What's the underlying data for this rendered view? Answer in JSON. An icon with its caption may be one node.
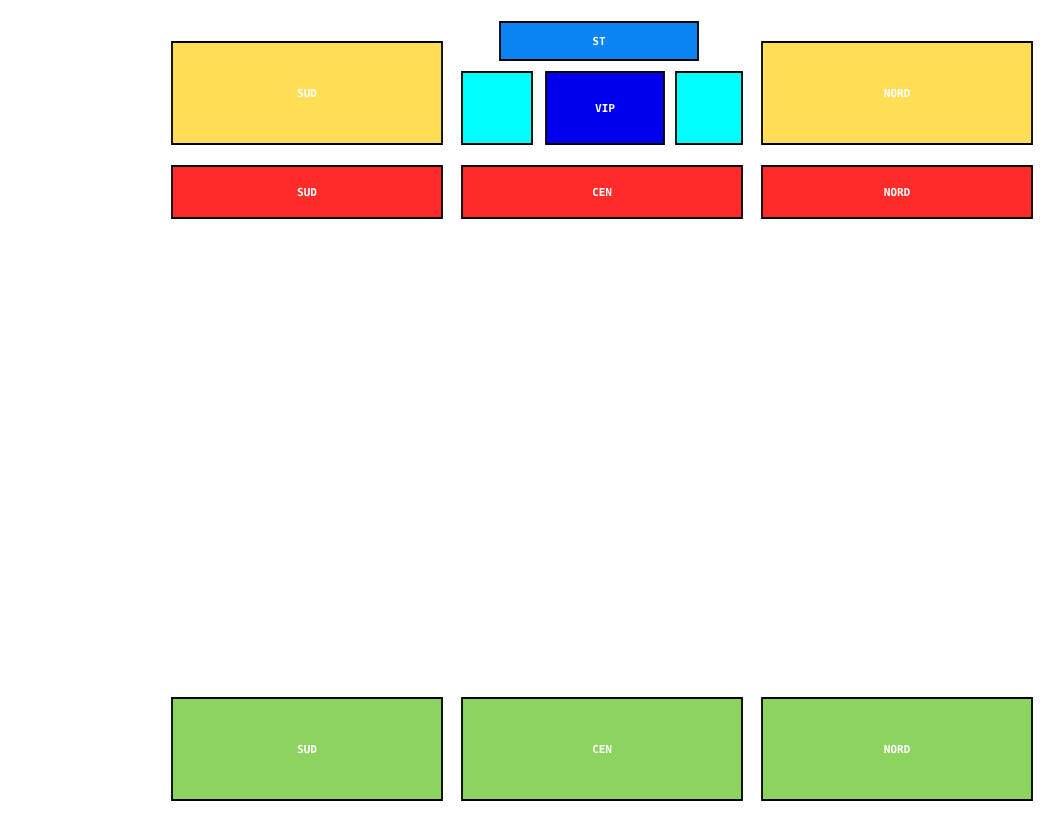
{
  "diagram": {
    "nodes": [
      {
        "text": [
          "ST"
        ]
      },
      {
        "text": [
          "SUD"
        ]
      },
      {
        "text": [],
        "shape": "box"
      },
      {
        "text": [
          "VIP"
        ]
      },
      {
        "text": [],
        "shape": "box"
      },
      {
        "text": [
          "NORD"
        ]
      },
      {
        "text": [
          "SUD"
        ]
      },
      {
        "text": [
          "CEN"
        ]
      },
      {
        "text": [
          "NORD"
        ]
      },
      {
        "text": [
          "SUD"
        ]
      },
      {
        "text": [
          "CEN"
        ]
      },
      {
        "text": [
          "NORD"
        ]
      }
    ]
  }
}
